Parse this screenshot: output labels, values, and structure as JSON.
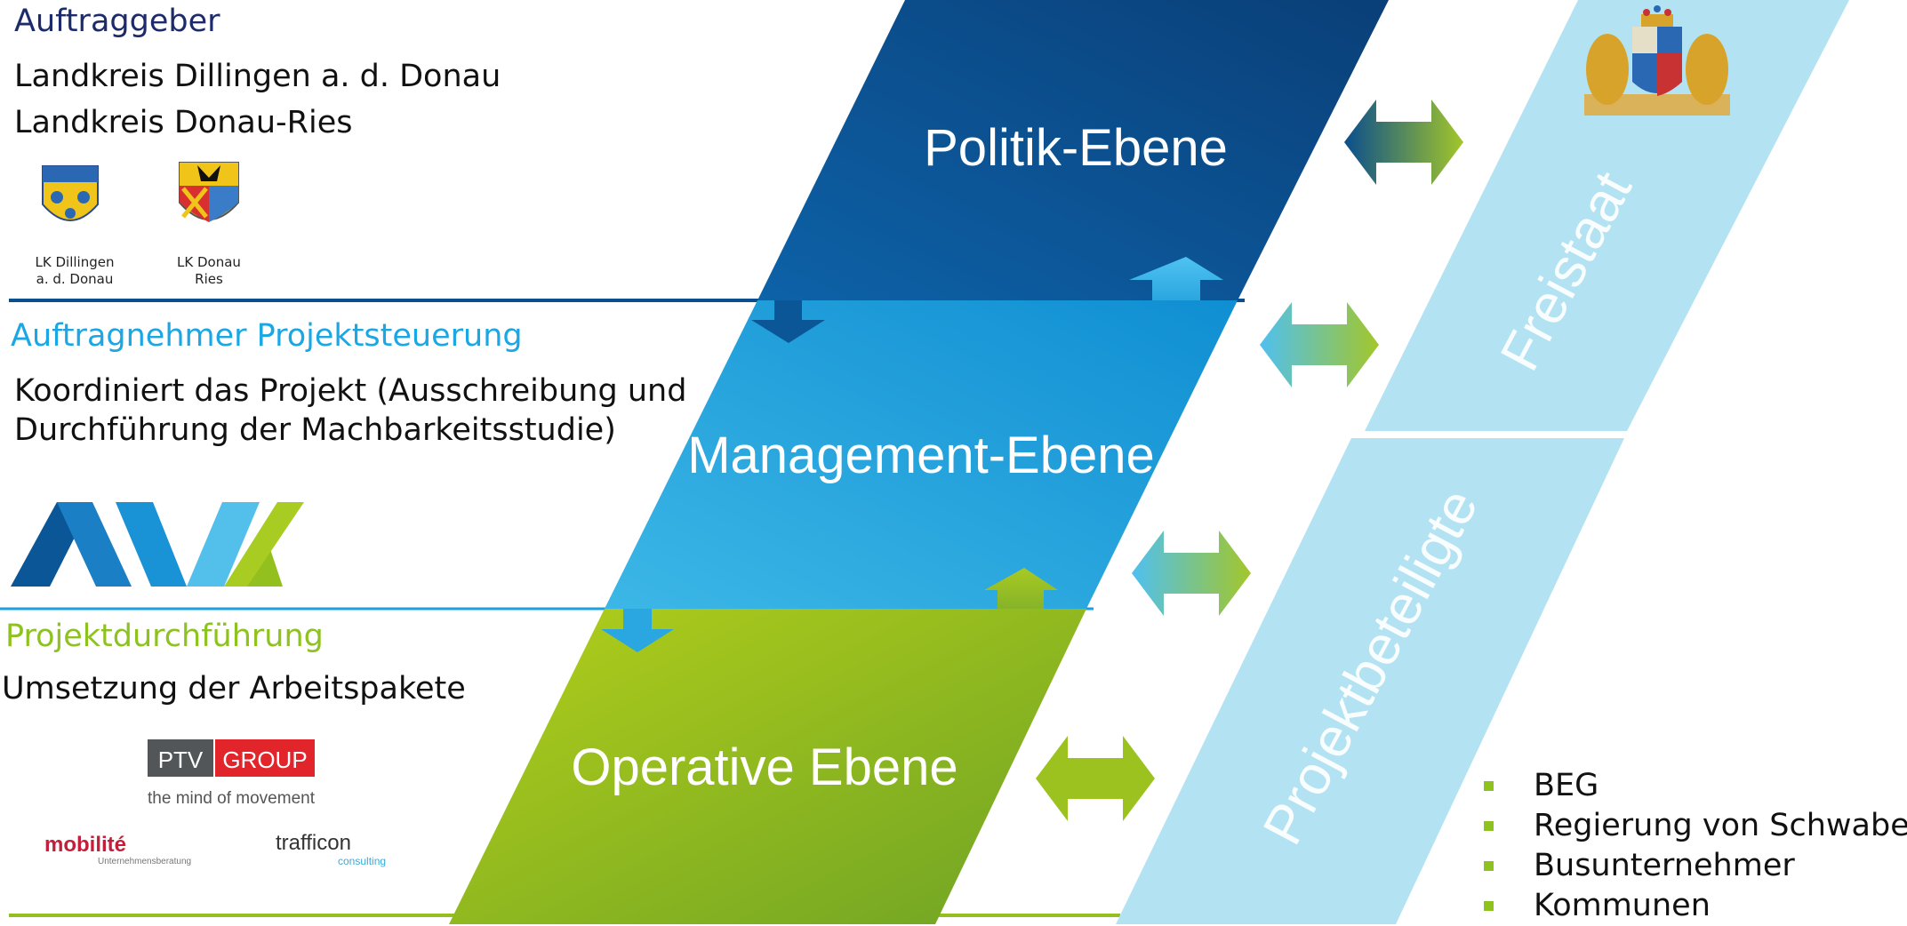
{
  "colors": {
    "dark_blue": "#0a4e8d",
    "mid_blue": "#1aa1dc",
    "light_blue": "#b3e3f3",
    "green": "#93c01f",
    "title_navy": "#1d2b6b",
    "title_cyan": "#1aa7e4",
    "title_green": "#8ec21f"
  },
  "left": {
    "auftraggeber": {
      "title": "Auftraggeber",
      "lines": [
        "Landkreis Dillingen a. d. Donau",
        "Landkreis Donau-Ries"
      ],
      "crests": [
        {
          "icon": "lk-dillingen-crest-icon",
          "label": [
            "LK Dillingen",
            "a. d. Donau"
          ]
        },
        {
          "icon": "lk-donau-ries-crest-icon",
          "label": [
            "LK Donau",
            "Ries"
          ]
        }
      ]
    },
    "projektsteuerung": {
      "title": "Auftragnehmer Projektsteuerung",
      "lines": [
        "Koordiniert das Projekt (Ausschreibung und",
        "Durchführung der Machbarkeitsstudie)"
      ],
      "logo_icon": "avv-logo-icon"
    },
    "projektdurchfuehrung": {
      "title": "Projektdurchführung",
      "lines": [
        "Umsetzung der Arbeitspakete"
      ],
      "logos": {
        "ptv_left": "PTV",
        "ptv_right": "GROUP",
        "ptv_tagline": "the mind of movement",
        "mobilite": "mobilité",
        "mobilite_sub": "Unternehmensberatung",
        "trafficon": "trafficon",
        "trafficon_sub": "consulting"
      }
    }
  },
  "levels": [
    "Politik-Ebene",
    "Management-Ebene",
    "Operative Ebene"
  ],
  "side": {
    "freistaat": "Freistaat",
    "freistaat_icon": "bavaria-coat-of-arms-icon",
    "projektbeteiligte": "Projektbeteiligte"
  },
  "beteiligte_list": [
    "BEG",
    "Regierung von Schwaben",
    "Busunternehmer",
    "Kommunen"
  ]
}
